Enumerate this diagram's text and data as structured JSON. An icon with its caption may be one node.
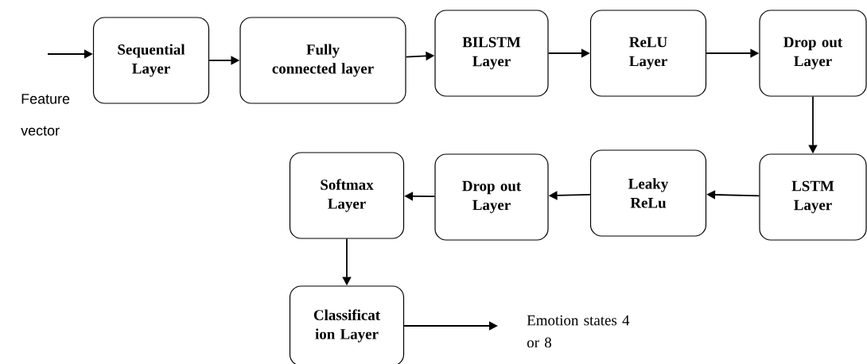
{
  "diagram": {
    "nodes": [
      {
        "text": [
          "Sequential Layer"
        ]
      },
      {
        "text": [
          "Fully connected layer"
        ]
      },
      {
        "text": [
          "BILSTM Layer"
        ]
      },
      {
        "text": [
          "ReLU Layer"
        ]
      },
      {
        "text": [
          "Drop out Layer"
        ]
      },
      {
        "text": [
          "LSTM Layer"
        ]
      },
      {
        "text": [
          "Leaky ReLu"
        ]
      },
      {
        "text": [
          "Drop out Layer"
        ]
      },
      {
        "text": [
          "Softmax Layer"
        ]
      },
      {
        "text": [
          "Classificat ion Layer"
        ]
      },
      {
        "text": [
          "Emotion states 4 or 8"
        ]
      }
    ],
    "edges": [
      {
        "from": null,
        "to": 0,
        "arrow": "to"
      },
      {
        "from": 0,
        "to": 1,
        "arrow": "to"
      },
      {
        "from": 1,
        "to": 2,
        "arrow": "to"
      },
      {
        "from": 2,
        "to": 3,
        "arrow": "to"
      },
      {
        "from": 3,
        "to": 4,
        "arrow": "to"
      },
      {
        "from": 4,
        "to": 5,
        "arrow": "to"
      },
      {
        "from": 5,
        "to": 6,
        "arrow": "to"
      },
      {
        "from": 6,
        "to": 7,
        "arrow": "to"
      },
      {
        "from": 7,
        "to": 8,
        "arrow": "to"
      },
      {
        "from": 8,
        "to": 9,
        "arrow": "to"
      },
      {
        "from": 9,
        "to": 10,
        "arrow": "to"
      }
    ],
    "labels": [
      "Feature vector"
    ]
  }
}
